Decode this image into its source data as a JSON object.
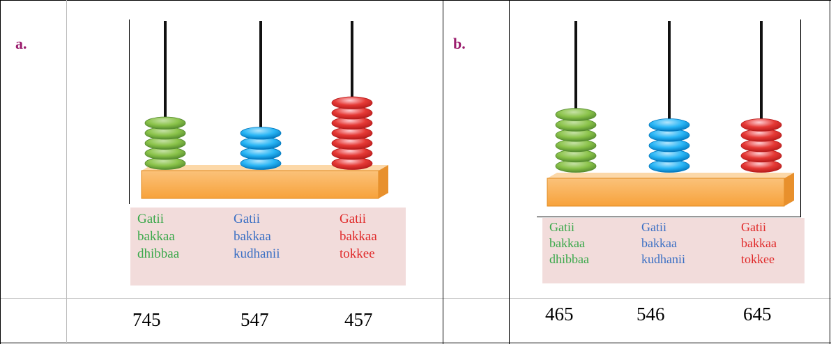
{
  "rows": [
    {
      "letter": "a.",
      "labels": [
        {
          "text": "Gatii\nbakkaa\ndhibbaa",
          "color": "#3aa84a"
        },
        {
          "text": "Gatii\nbakkaa\nkudhanii",
          "color": "#3a6fc4"
        },
        {
          "text": "Gatii\nbakkaa\ntokkee",
          "color": "#e02a2a"
        }
      ],
      "beads": [
        5,
        4,
        7
      ],
      "numbers": [
        "745",
        "547",
        "457"
      ]
    },
    {
      "letter": "b.",
      "labels": [
        {
          "text": "Gatii\nbakkaa\ndhibbaa",
          "color": "#3aa84a"
        },
        {
          "text": "Gatii\nbakkaa\nkudhanii",
          "color": "#3a6fc4"
        },
        {
          "text": "Gatii\nbakkaa\ntokkee",
          "color": "#e02a2a"
        }
      ],
      "beads": [
        6,
        5,
        5
      ],
      "numbers": [
        "465",
        "546",
        "645"
      ]
    }
  ],
  "colors": {
    "green": "#8bc34a",
    "blue": "#29b6f6",
    "red": "#e53935",
    "base": "#f7a23b"
  }
}
